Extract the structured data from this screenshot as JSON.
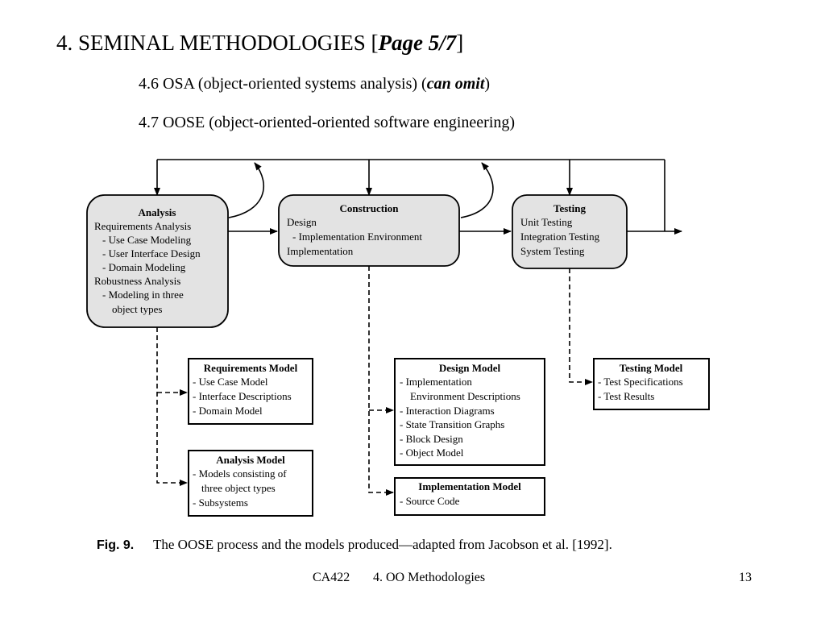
{
  "title": {
    "main": "4. SEMINAL METHODOLOGIES [",
    "page_ref": "Page 5/7",
    "close": "]"
  },
  "bullets": [
    {
      "text": "4.6 OSA (object-oriented systems analysis) (",
      "emphasis": "can omit",
      "close": ")"
    },
    {
      "text": "4.7 OOSE (object-oriented-oriented software engineering)"
    }
  ],
  "process": {
    "analysis": {
      "title": "Analysis",
      "lines": [
        "Requirements Analysis",
        "- Use Case Modeling",
        "- User Interface Design",
        "- Domain Modeling",
        "Robustness Analysis",
        "- Modeling in three",
        "object types"
      ]
    },
    "construction": {
      "title": "Construction",
      "lines": [
        "Design",
        "- Implementation Environment",
        "Implementation"
      ]
    },
    "testing": {
      "title": "Testing",
      "lines": [
        "Unit Testing",
        "Integration Testing",
        "System Testing"
      ]
    }
  },
  "models": {
    "requirements": {
      "title": "Requirements Model",
      "lines": [
        "- Use Case Model",
        "- Interface Descriptions",
        "- Domain Model"
      ]
    },
    "analysis": {
      "title": "Analysis Model",
      "lines": [
        "- Models consisting of",
        "three object types",
        "- Subsystems"
      ]
    },
    "design": {
      "title": "Design Model",
      "lines": [
        "- Implementation",
        "Environment Descriptions",
        "- Interaction Diagrams",
        "- State Transition Graphs",
        "- Block Design",
        "- Object Model"
      ]
    },
    "implementation": {
      "title": "Implementation Model",
      "lines": [
        "- Source Code"
      ]
    },
    "testing": {
      "title": "Testing Model",
      "lines": [
        "- Test Specifications",
        "- Test Results"
      ]
    }
  },
  "caption": {
    "label": "Fig. 9.",
    "text": "The OOSE process and the models produced—adapted from Jacobson et al. [1992]."
  },
  "footer": {
    "course": "CA422",
    "topic": "4. OO Methodologies",
    "page": "13"
  },
  "colors": {
    "box_fill": "#e3e3e3",
    "line": "#000000",
    "background": "#ffffff"
  }
}
